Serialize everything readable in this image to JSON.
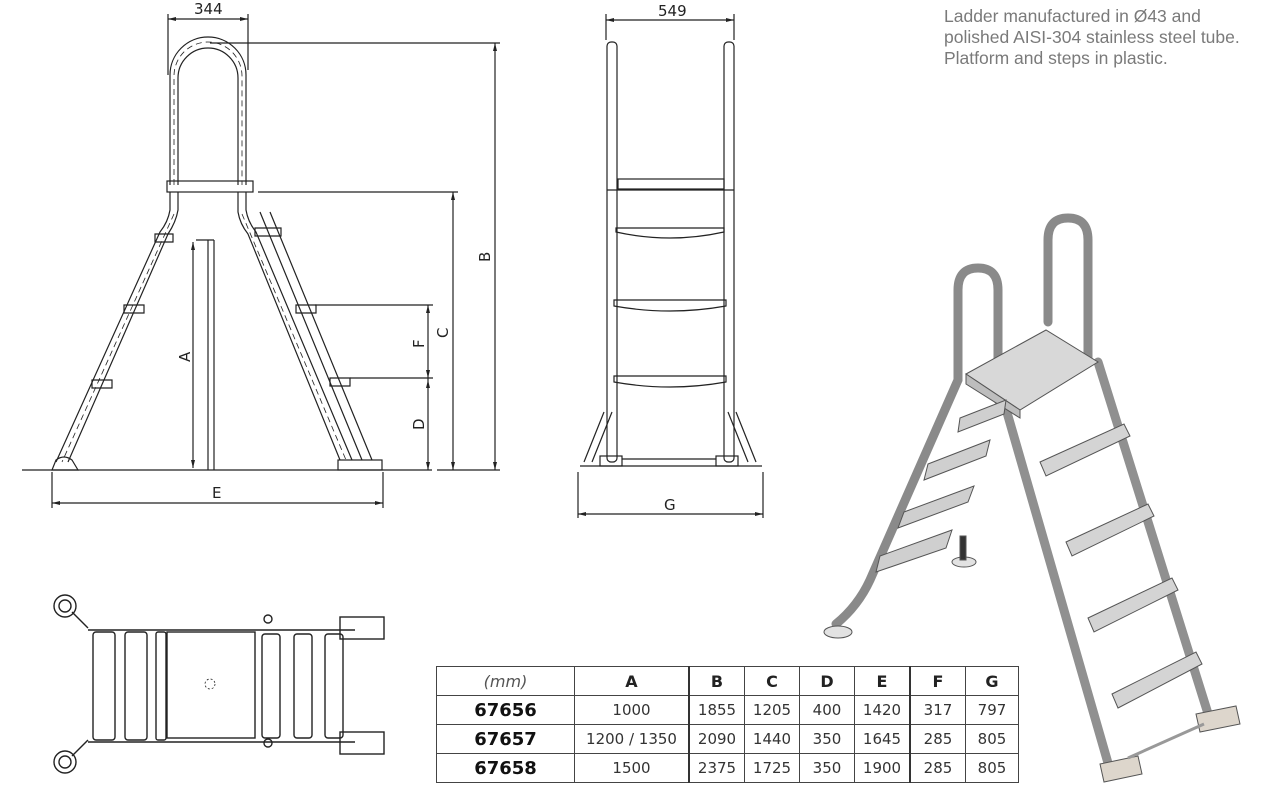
{
  "specs": {
    "lines": [
      "Ladder manufactured in Ø43 and",
      "polished AISI-304 stainless steel tube.",
      "Platform and steps in plastic."
    ]
  },
  "side_view": {
    "top_width_label": "344",
    "labels": {
      "A": "A",
      "B": "B",
      "C": "C",
      "D": "D",
      "E": "E",
      "F": "F"
    }
  },
  "front_view": {
    "top_width_label": "549",
    "labels": {
      "G": "G"
    }
  },
  "top_view": {},
  "render_3d": {},
  "table": {
    "unit_label": "(mm)",
    "columns": [
      "A",
      "B",
      "C",
      "D",
      "E",
      "F",
      "G"
    ],
    "rows": [
      {
        "model": "67656",
        "values": [
          "1000",
          "1855",
          "1205",
          "400",
          "1420",
          "317",
          "797"
        ]
      },
      {
        "model": "67657",
        "values": [
          "1200 / 1350",
          "2090",
          "1440",
          "350",
          "1645",
          "285",
          "805"
        ]
      },
      {
        "model": "67658",
        "values": [
          "1500",
          "2375",
          "1725",
          "350",
          "1900",
          "285",
          "805"
        ]
      }
    ]
  }
}
